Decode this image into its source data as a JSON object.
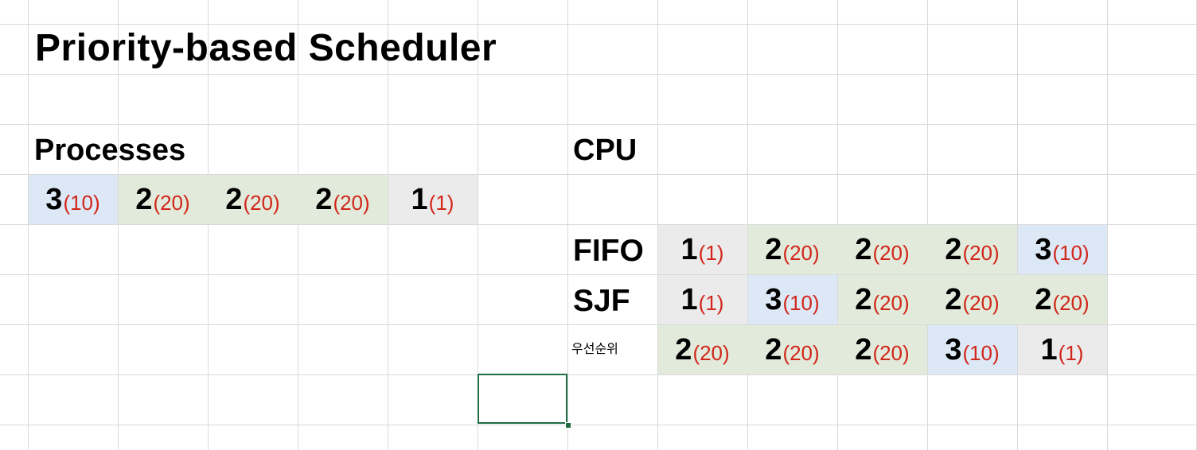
{
  "title": "Priority-based Scheduler",
  "processes_label": "Processes",
  "cpu_label": "CPU",
  "processes": [
    {
      "id": "3",
      "priority": "(10)",
      "color": "blue"
    },
    {
      "id": "2",
      "priority": "(20)",
      "color": "green"
    },
    {
      "id": "2",
      "priority": "(20)",
      "color": "green"
    },
    {
      "id": "2",
      "priority": "(20)",
      "color": "green"
    },
    {
      "id": "1",
      "priority": "(1)",
      "color": "gray"
    }
  ],
  "schedules": [
    {
      "label": "FIFO",
      "items": [
        {
          "id": "1",
          "priority": "(1)",
          "color": "gray"
        },
        {
          "id": "2",
          "priority": "(20)",
          "color": "green"
        },
        {
          "id": "2",
          "priority": "(20)",
          "color": "green"
        },
        {
          "id": "2",
          "priority": "(20)",
          "color": "green"
        },
        {
          "id": "3",
          "priority": "(10)",
          "color": "blue"
        }
      ]
    },
    {
      "label": "SJF",
      "items": [
        {
          "id": "1",
          "priority": "(1)",
          "color": "gray"
        },
        {
          "id": "3",
          "priority": "(10)",
          "color": "blue"
        },
        {
          "id": "2",
          "priority": "(20)",
          "color": "green"
        },
        {
          "id": "2",
          "priority": "(20)",
          "color": "green"
        },
        {
          "id": "2",
          "priority": "(20)",
          "color": "green"
        }
      ]
    },
    {
      "label": "우선순위",
      "items": [
        {
          "id": "2",
          "priority": "(20)",
          "color": "green"
        },
        {
          "id": "2",
          "priority": "(20)",
          "color": "green"
        },
        {
          "id": "2",
          "priority": "(20)",
          "color": "green"
        },
        {
          "id": "3",
          "priority": "(10)",
          "color": "blue"
        },
        {
          "id": "1",
          "priority": "(1)",
          "color": "gray"
        }
      ]
    }
  ],
  "colors": {
    "blue": "#dde8f6",
    "green": "#e2ebdb",
    "gray": "#ecebec",
    "priority_text": "#d1261a",
    "selection": "#1f6b43"
  }
}
